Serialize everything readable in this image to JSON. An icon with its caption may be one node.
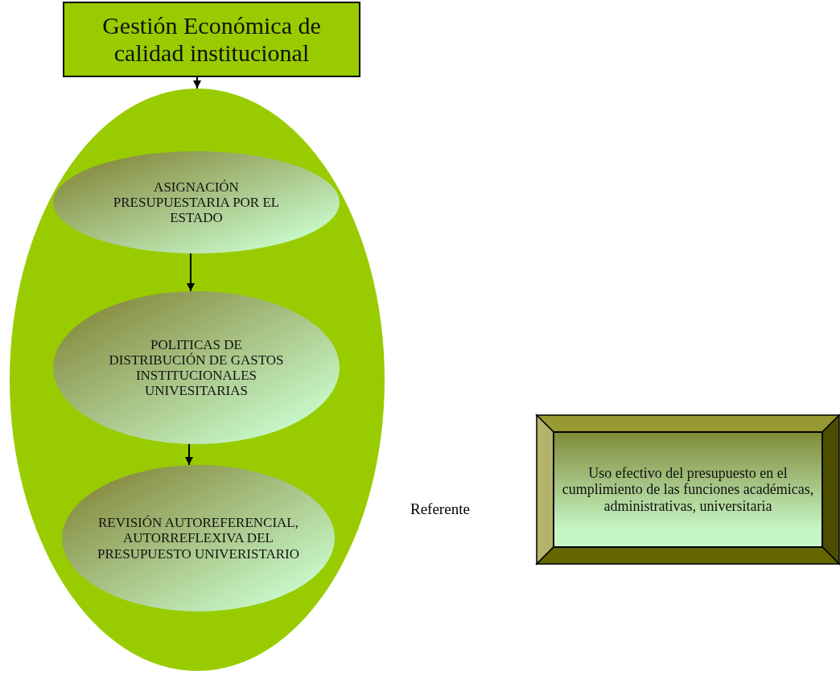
{
  "diagram": {
    "nodes": [
      {
        "text": [
          "Gestión Económica de calidad institucional"
        ]
      },
      {
        "text": [],
        "shape": "ellipse"
      },
      {
        "text": [
          "ASIGNACIÓN PRESUPUESTARIA POR EL ESTADO"
        ],
        "in": 1
      },
      {
        "text": [
          "POLITICAS DE DISTRIBUCIÓN DE GASTOS INSTITUCIONALES UNIVESITARIAS"
        ],
        "in": 1
      },
      {
        "text": [
          "REVISIÓN AUTOREFERENCIAL, AUTORREFLEXIVA DEL PRESUPUESTO UNIVERISTARIO"
        ],
        "in": 1
      },
      {
        "text": [
          "Uso efectivo del presupuesto en el cumplimiento de las funciones académicas, administrativas, universitaria"
        ]
      }
    ],
    "edges": [
      {
        "from": 0,
        "to": 1,
        "arrow": "to"
      },
      {
        "from": 2,
        "to": 3,
        "arrow": "to"
      },
      {
        "from": 3,
        "to": 4,
        "arrow": "to"
      }
    ],
    "labels": [
      "Referente"
    ]
  }
}
